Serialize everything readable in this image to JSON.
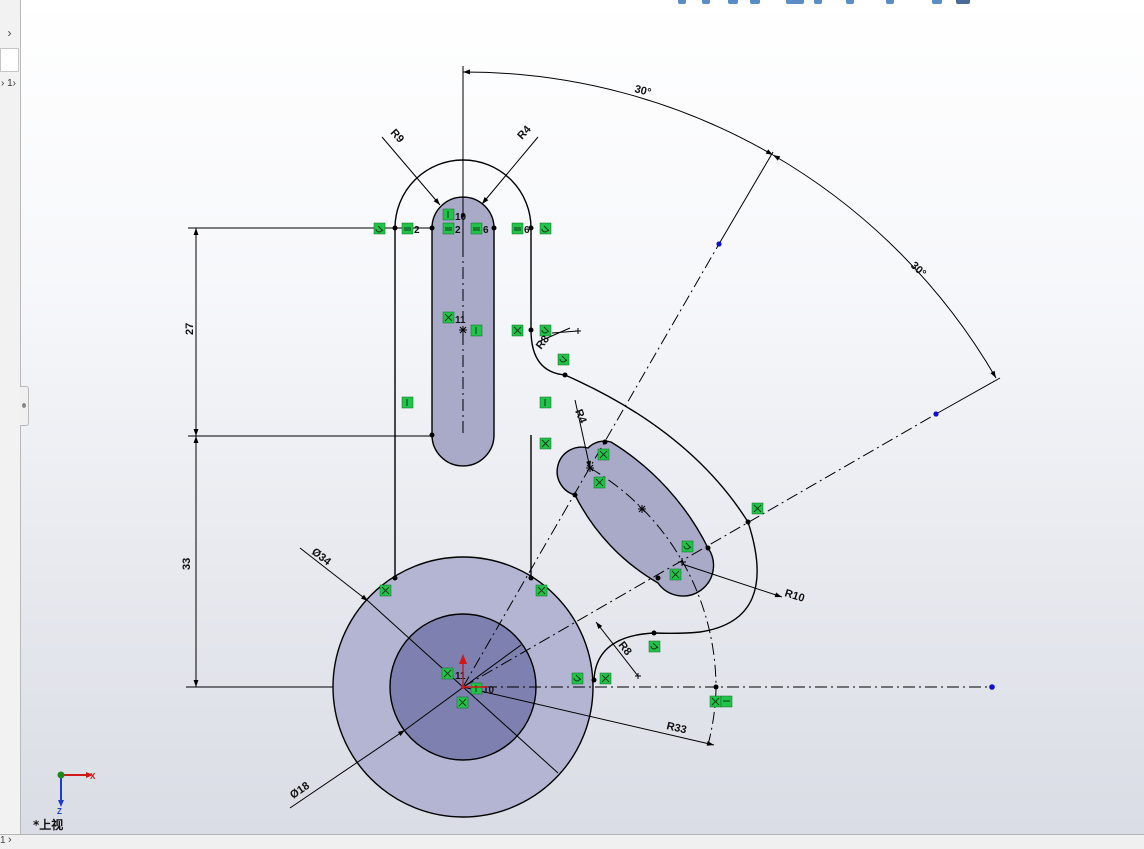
{
  "left_pane": {
    "collapse_arrow": "›",
    "tree_text": "› 1›",
    "bottom_arrow": "›",
    "bottom_mark": "1"
  },
  "view": {
    "name": "*上视"
  },
  "triad": {
    "x_label": "X",
    "z_label": "Z"
  },
  "dimensions": {
    "angle_top": "30°",
    "angle_mid": "30°",
    "r9": "R9",
    "r4_top": "R4",
    "r8_upper": "R8",
    "r4_slot": "R4",
    "r10": "R10",
    "r8_lower": "R8",
    "r33": "R33",
    "len_27": "27",
    "len_33": "33",
    "dia_34": "Ø34",
    "dia_18": "Ø18"
  },
  "relations": {
    "r1": "2",
    "r2": "2",
    "r3": "6",
    "r4": "6",
    "r5": "10",
    "r6": "11",
    "r7": "11",
    "r8": "10"
  },
  "colors": {
    "face_outer": "#b3b5d3",
    "face_inner": "#7e81b0",
    "face_slot": "#a8aac8",
    "relation_badge": "#22c34a",
    "sketch_line": "#000000",
    "sketch_point": "#1010cc",
    "origin_arrow": "#d01818"
  }
}
